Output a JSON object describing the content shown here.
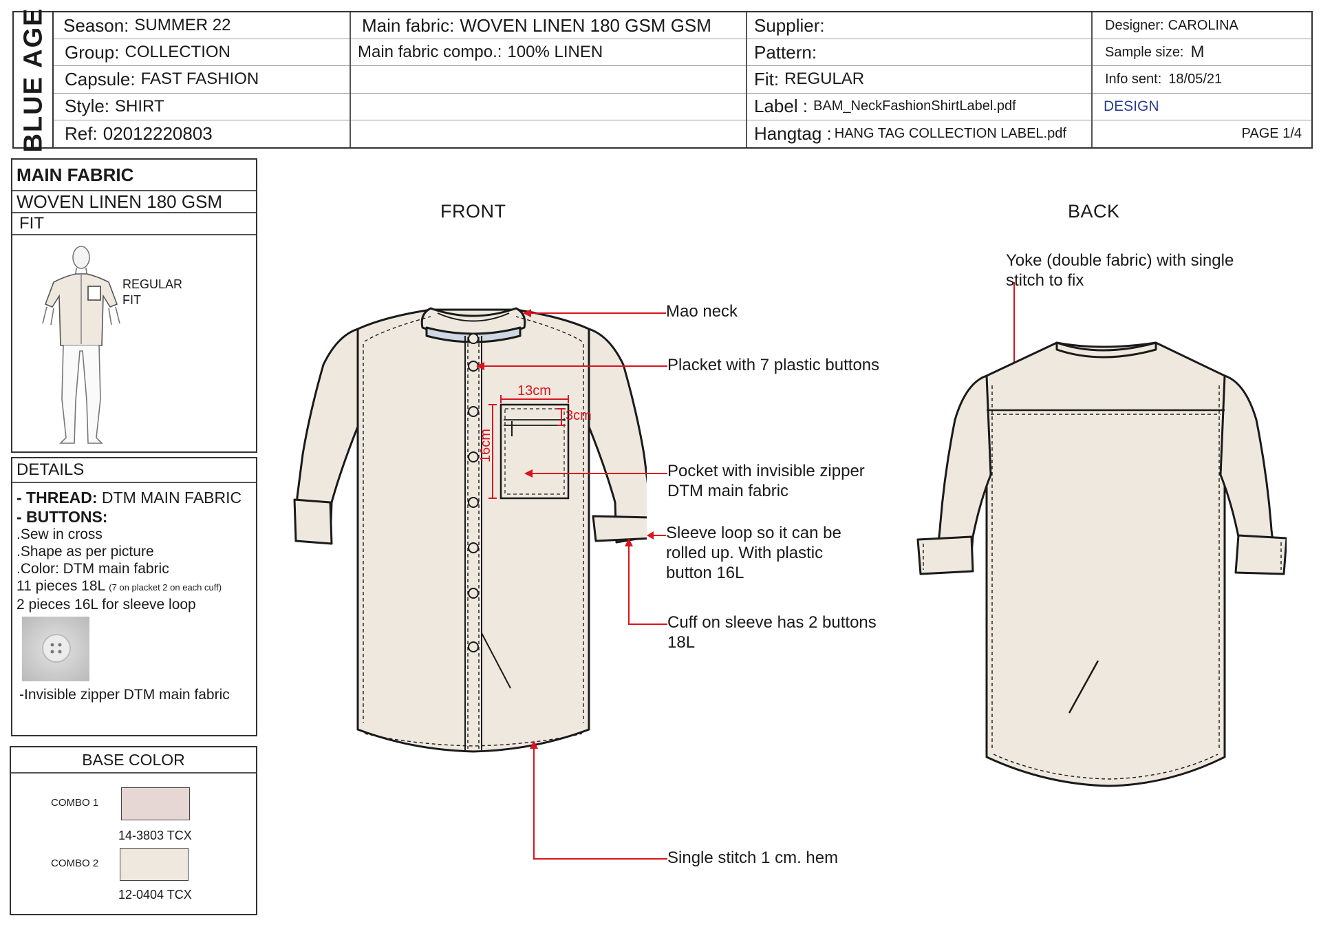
{
  "brand": {
    "logo_text": "BLUE AGE"
  },
  "header": {
    "col1": [
      {
        "label": "Season:",
        "value": "SUMMER 22"
      },
      {
        "label": "Group:",
        "value": "COLLECTION"
      },
      {
        "label": "Capsule:",
        "value": "FAST FASHION"
      },
      {
        "label": "Style:",
        "value": "SHIRT"
      },
      {
        "label": "Ref:",
        "value": "02012220803"
      }
    ],
    "col2": [
      {
        "label": "Main fabric:",
        "value": "WOVEN LINEN 180 GSM GSM"
      },
      {
        "label": "Main fabric compo.:",
        "value": "100% LINEN"
      }
    ],
    "col3": [
      {
        "label": "Supplier:",
        "value": ""
      },
      {
        "label": "Pattern:",
        "value": ""
      },
      {
        "label": "Fit:",
        "value": "REGULAR"
      },
      {
        "label": "Label :",
        "value": "BAM_NeckFashionShirtLabel.pdf"
      },
      {
        "label": "Hangtag :",
        "value": "HANG TAG COLLECTION LABEL.pdf"
      }
    ],
    "col4": [
      {
        "label": "Designer:",
        "value": "CAROLINA"
      },
      {
        "label": "Sample size:",
        "value": "M"
      },
      {
        "label": "Info sent:",
        "value": "18/05/21"
      },
      {
        "label": "DESIGN"
      },
      {
        "label": "PAGE 1/4"
      }
    ]
  },
  "main_fabric": {
    "title": "MAIN FABRIC",
    "value": "WOVEN LINEN 180 GSM",
    "fit_label": "FIT",
    "fit_desc_1": "REGULAR",
    "fit_desc_2": "FIT"
  },
  "details": {
    "title": "DETAILS",
    "thread_label": "- THREAD:",
    "thread_value": " DTM MAIN FABRIC",
    "buttons_label": "- BUTTONS:",
    "lines": [
      ".Sew in cross",
      ".Shape as per picture",
      ".Color: DTM main fabric"
    ],
    "pieces_main": "11 pieces 18L ",
    "pieces_note": "(7 on placket 2 on each cuff)",
    "pieces_loop": "2 pieces 16L for sleeve loop",
    "zipper": "-Invisible zipper DTM main fabric"
  },
  "base_color": {
    "title": "BASE COLOR",
    "combos": [
      {
        "name": "COMBO 1",
        "code": "14-3803 TCX",
        "color": "#e6d6d4"
      },
      {
        "name": "COMBO 2",
        "code": "12-0404 TCX",
        "color": "#efe8df"
      }
    ]
  },
  "drawing": {
    "front_title": "FRONT",
    "back_title": "BACK",
    "fabric_color": "#efe8df",
    "accent_color": "#d8141e",
    "dimensions": {
      "width": "13cm",
      "height": "16cm",
      "zipper": "3cm"
    },
    "callouts": {
      "mao_neck": "Mao neck",
      "placket": "Placket with 7 plastic buttons",
      "pocket_1": "Pocket with invisible zipper",
      "pocket_2": "DTM main fabric",
      "loop_1": "Sleeve loop so it can be",
      "loop_2": "rolled up. With plastic",
      "loop_3": "button 16L",
      "cuff_1": "Cuff on sleeve has 2 buttons",
      "cuff_2": "18L",
      "hem": "Single stitch 1 cm. hem",
      "yoke_1": "Yoke (double fabric) with single",
      "yoke_2": "stitch to fix"
    }
  }
}
